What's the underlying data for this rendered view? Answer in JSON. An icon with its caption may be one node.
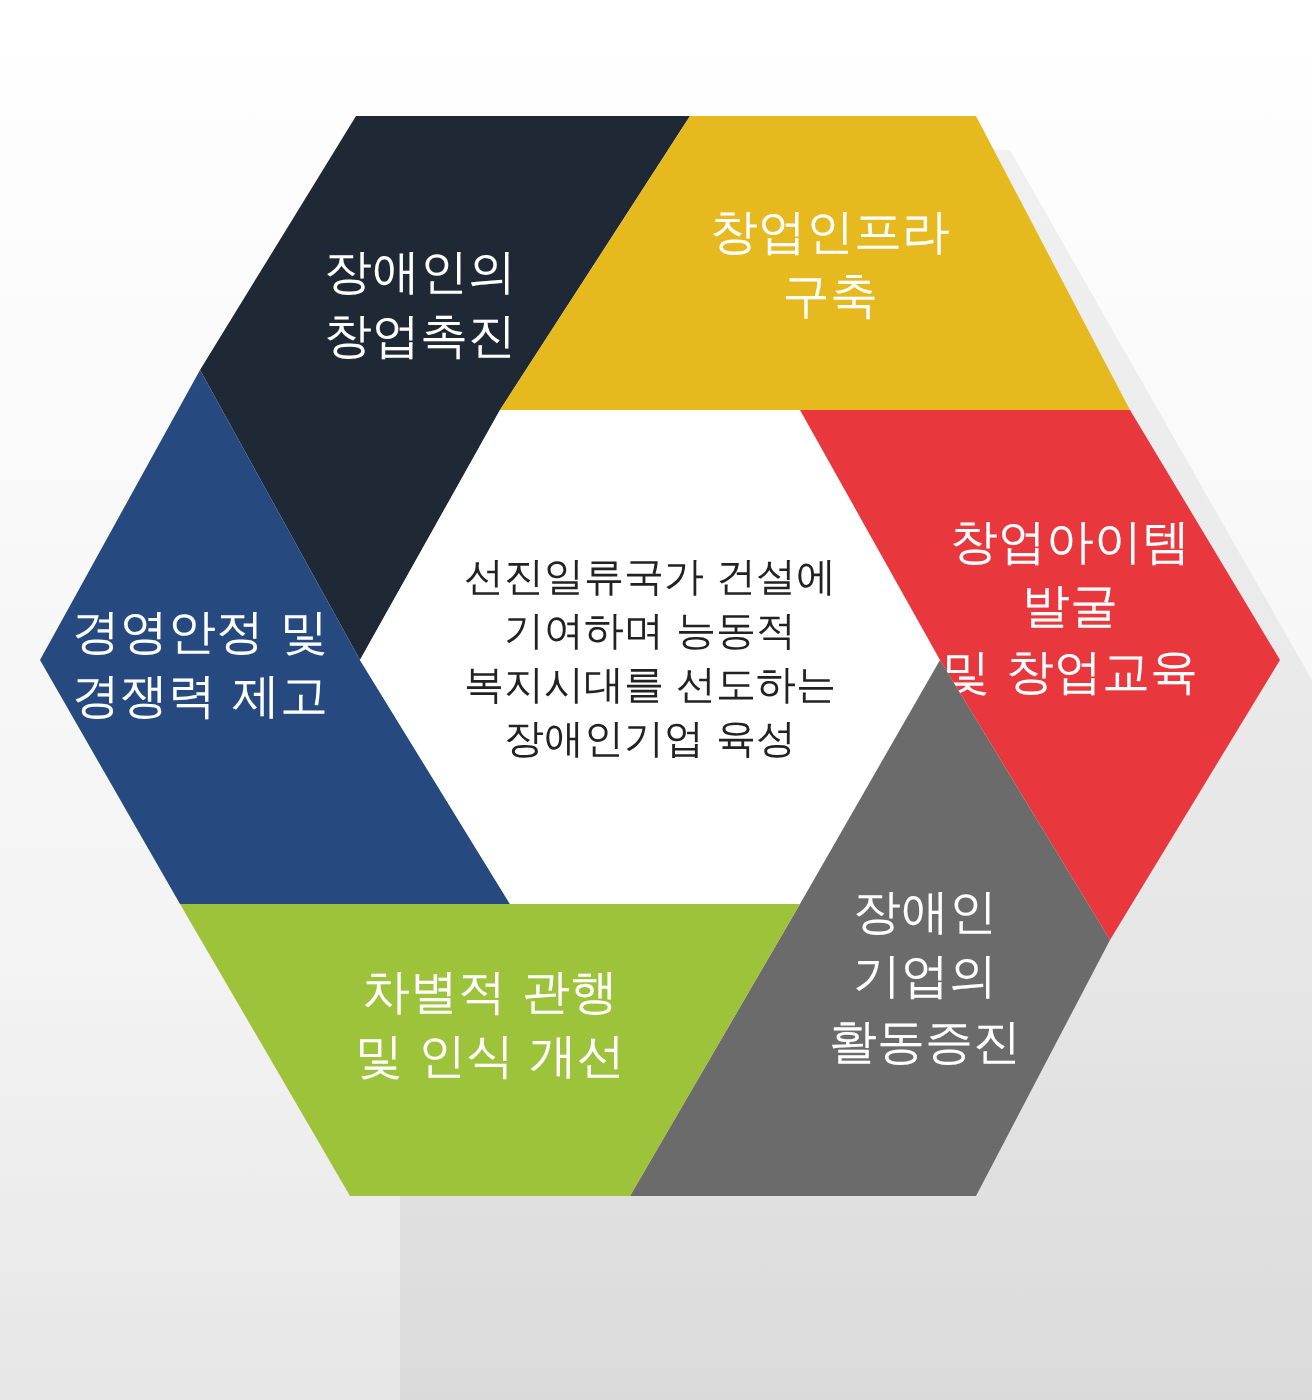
{
  "diagram": {
    "nodes": [
      {
        "text": [
          "장애인의 창업촉진"
        ]
      },
      {
        "text": [
          "창업인프라 구축"
        ]
      },
      {
        "text": [
          "경영안정 및 경쟁력 제고"
        ]
      },
      {
        "text": [
          "선진일류국가 건설에 기여하며 능동적 복지시대를 선도하는 장애인기업 육성"
        ]
      },
      {
        "text": [
          "창업아이템 발굴 및 창업교육"
        ]
      },
      {
        "text": [
          "장애인 기업의 활동증진"
        ]
      },
      {
        "text": [
          "차별적 관행 및 인식 개선"
        ]
      }
    ]
  }
}
